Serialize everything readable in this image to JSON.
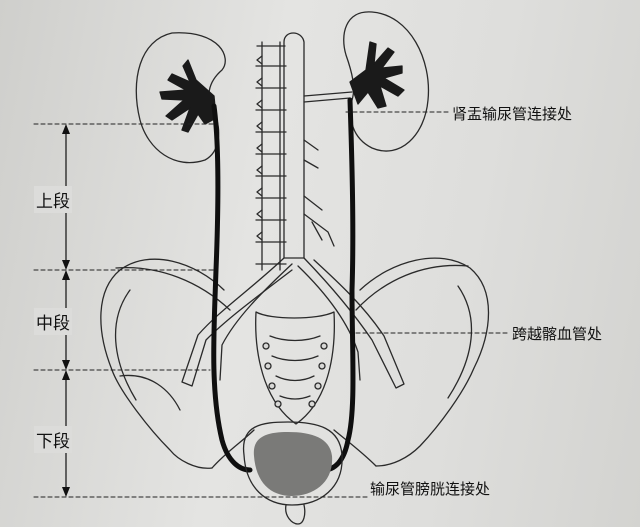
{
  "labels": {
    "pelviureteric_junction": "肾盂输尿管连接处",
    "iliac_vessel_crossing": "跨越髂血管处",
    "ureterovesical_junction": "输尿管膀胱连接处"
  },
  "segments": {
    "upper": "上段",
    "middle": "中段",
    "lower": "下段"
  }
}
